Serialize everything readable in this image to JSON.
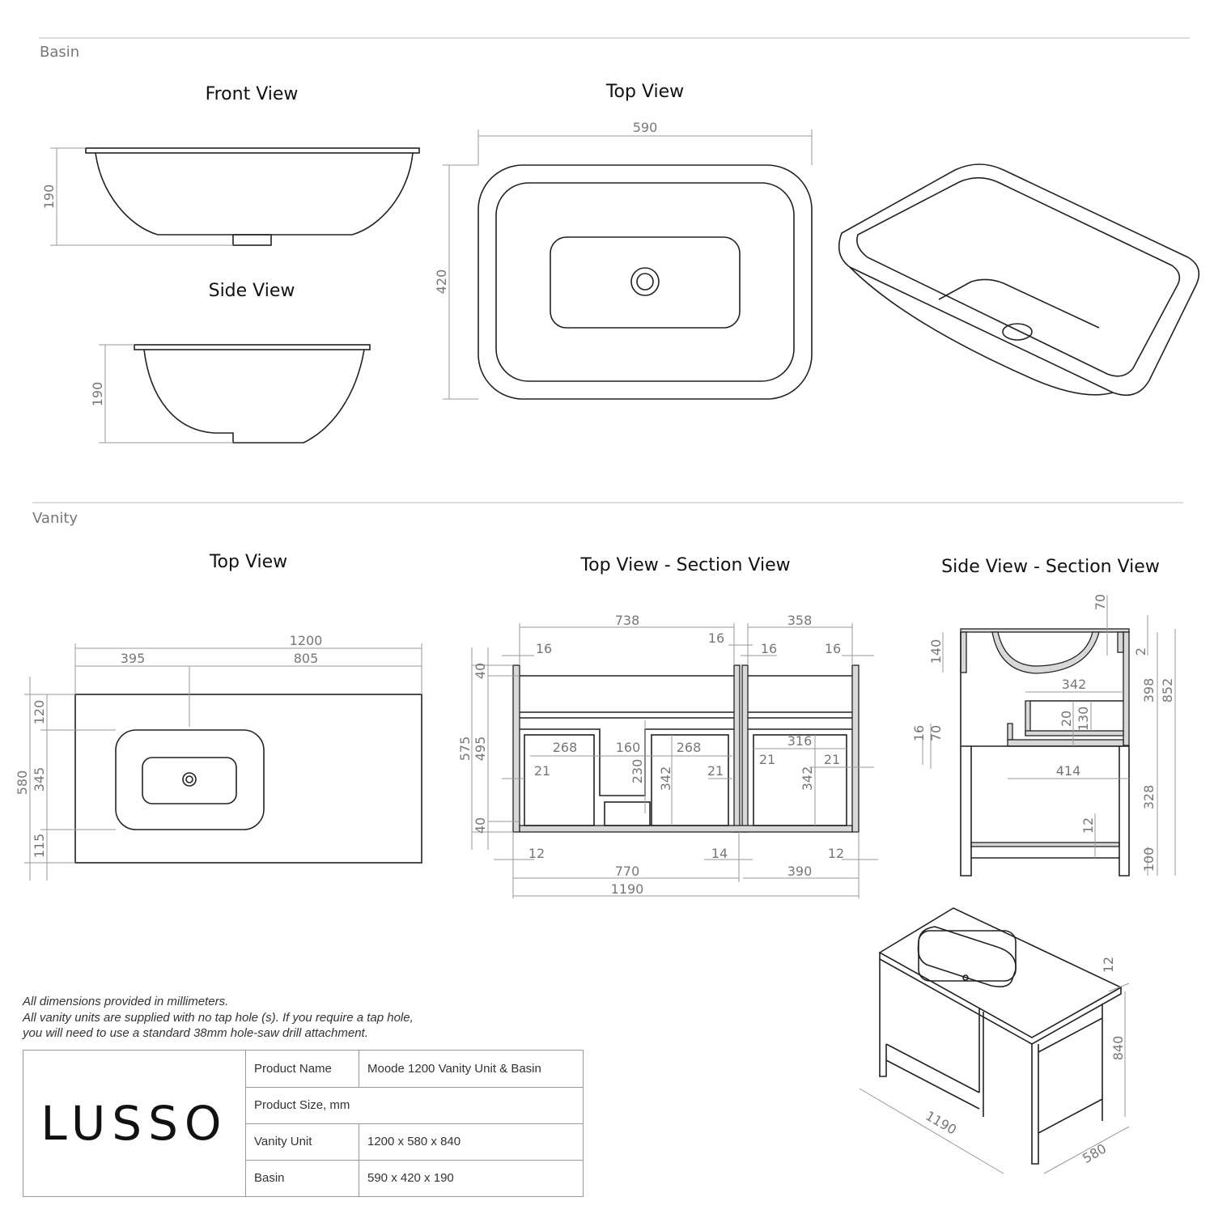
{
  "sections": {
    "basin": "Basin",
    "vanity": "Vanity"
  },
  "basin": {
    "front_view": {
      "title": "Front View",
      "height": "190"
    },
    "side_view": {
      "title": "Side View",
      "height": "190"
    },
    "top_view": {
      "title": "Top View",
      "width": "590",
      "depth": "420"
    }
  },
  "vanity": {
    "top_view": {
      "title": "Top View",
      "dims": [
        "1200",
        "395",
        "805",
        "120",
        "345",
        "115",
        "580"
      ]
    },
    "top_section": {
      "title": "Top View - Section View",
      "dims": [
        "738",
        "358",
        "16",
        "16",
        "16",
        "16",
        "40",
        "40",
        "575",
        "495",
        "268",
        "160",
        "268",
        "316",
        "21",
        "21",
        "21",
        "21",
        "230",
        "342",
        "342",
        "12",
        "14",
        "12",
        "770",
        "390",
        "1190"
      ]
    },
    "side_section": {
      "title": "Side View - Section View",
      "dims": [
        "70",
        "140",
        "2",
        "342",
        "20",
        "130",
        "398",
        "852",
        "16",
        "70",
        "414",
        "328",
        "12",
        "100"
      ]
    },
    "iso_dims": [
      "12",
      "840",
      "1190",
      "580"
    ]
  },
  "notes": [
    "All dimensions provided in millimeters.",
    "All vanity units are supplied with no tap hole (s). If you require a tap hole,",
    "you will need to use a standard 38mm hole-saw drill attachment."
  ],
  "spec_table": {
    "brand": "LUSSO",
    "rows": [
      {
        "label": "Product Name",
        "value": "Moode 1200 Vanity Unit & Basin"
      },
      {
        "label": "Product Size, mm",
        "value": ""
      },
      {
        "label": "Vanity Unit",
        "value": "1200 x 580 x 840"
      },
      {
        "label": "Basin",
        "value": "590 x 420 x 190"
      }
    ]
  }
}
